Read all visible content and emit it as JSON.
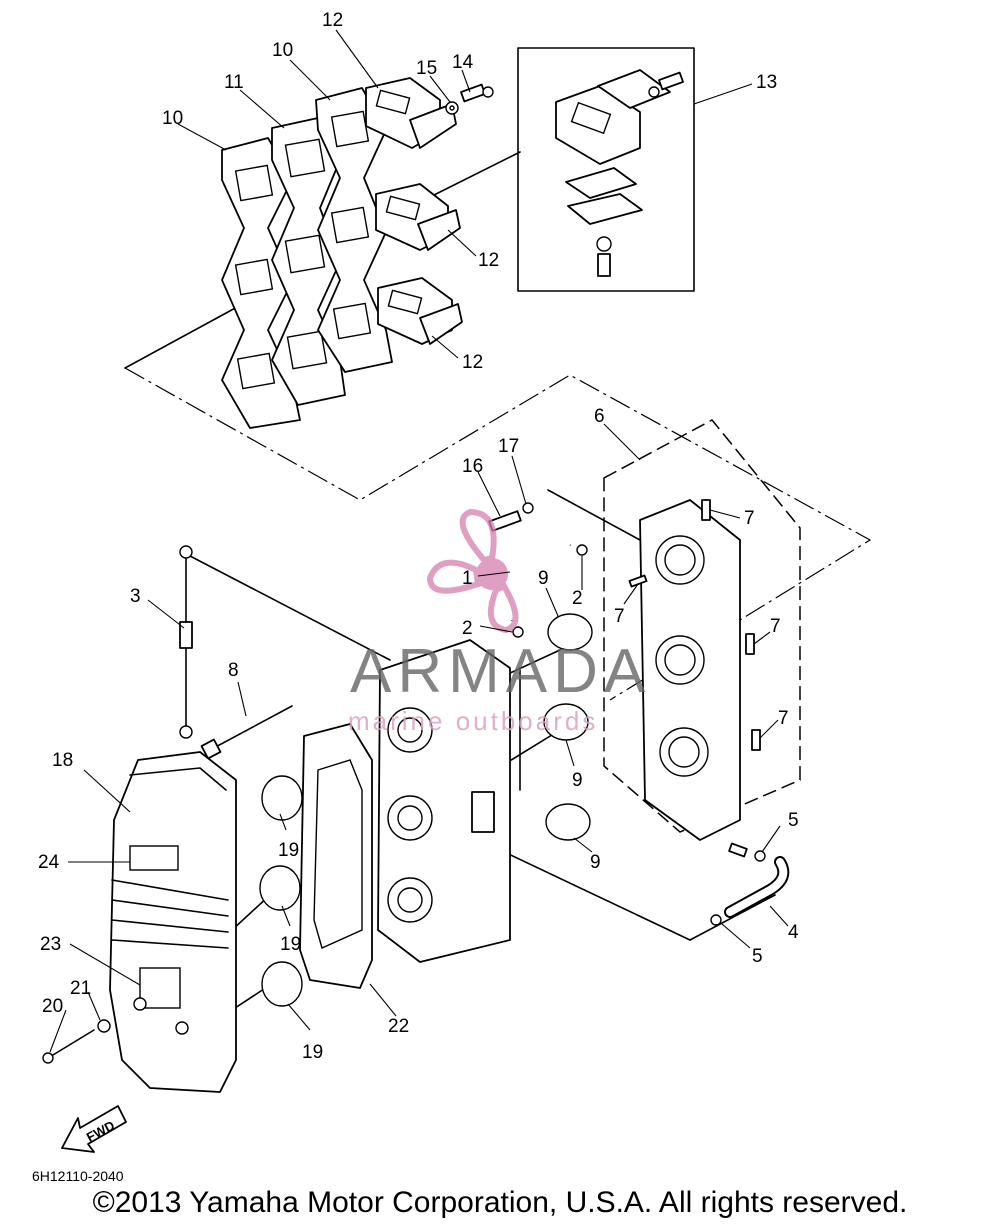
{
  "diagram_code": "6H12110-2040",
  "copyright": "©2013 Yamaha Motor Corporation, U.S.A. All rights reserved.",
  "watermark": {
    "name": "ARMADA",
    "tagline": "marine outboards",
    "color": "#d580ae"
  },
  "fwd_label": "FWD",
  "callouts": {
    "c1": "1",
    "c2a": "2",
    "c2b": "2",
    "c3": "3",
    "c4": "4",
    "c5a": "5",
    "c5b": "5",
    "c6": "6",
    "c7a": "7",
    "c7b": "7",
    "c7c": "7",
    "c7d": "7",
    "c8": "8",
    "c9a": "9",
    "c9b": "9",
    "c9c": "9",
    "c10a": "10",
    "c10b": "10",
    "c11": "11",
    "c12a": "12",
    "c12b": "12",
    "c12c": "12",
    "c13": "13",
    "c14": "14",
    "c15": "15",
    "c16": "16",
    "c17": "17",
    "c18": "18",
    "c19a": "19",
    "c19b": "19",
    "c19c": "19",
    "c20": "20",
    "c21": "21",
    "c22": "22",
    "c23": "23",
    "c24": "24"
  }
}
